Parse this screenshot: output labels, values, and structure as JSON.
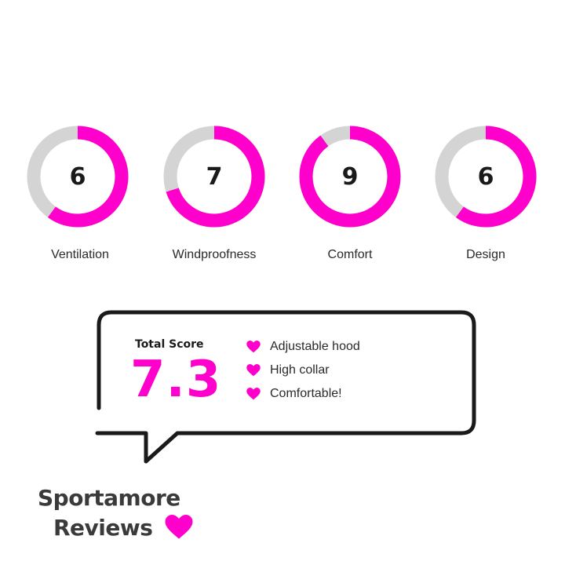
{
  "ratings": [
    {
      "label": "Ventilation",
      "score": 6,
      "max": 10
    },
    {
      "label": "Windproofness",
      "score": 7,
      "max": 10
    },
    {
      "label": "Comfort",
      "score": 9,
      "max": 10
    },
    {
      "label": "Design",
      "score": 6,
      "max": 10
    }
  ],
  "total": {
    "title": "Total Score",
    "value": "7.3"
  },
  "features": [
    {
      "text": "Adjustable hood"
    },
    {
      "text": "High collar"
    },
    {
      "text": "Comfortable!"
    }
  ],
  "brand": {
    "line1": "Sportamore",
    "line2": "Reviews"
  },
  "colors": {
    "accent": "#ff00cc",
    "track": "#d4d4d4",
    "text": "#1a1a1a"
  },
  "icons": {
    "feature_bullet": "heart-icon",
    "brand_mark": "heart-icon"
  }
}
